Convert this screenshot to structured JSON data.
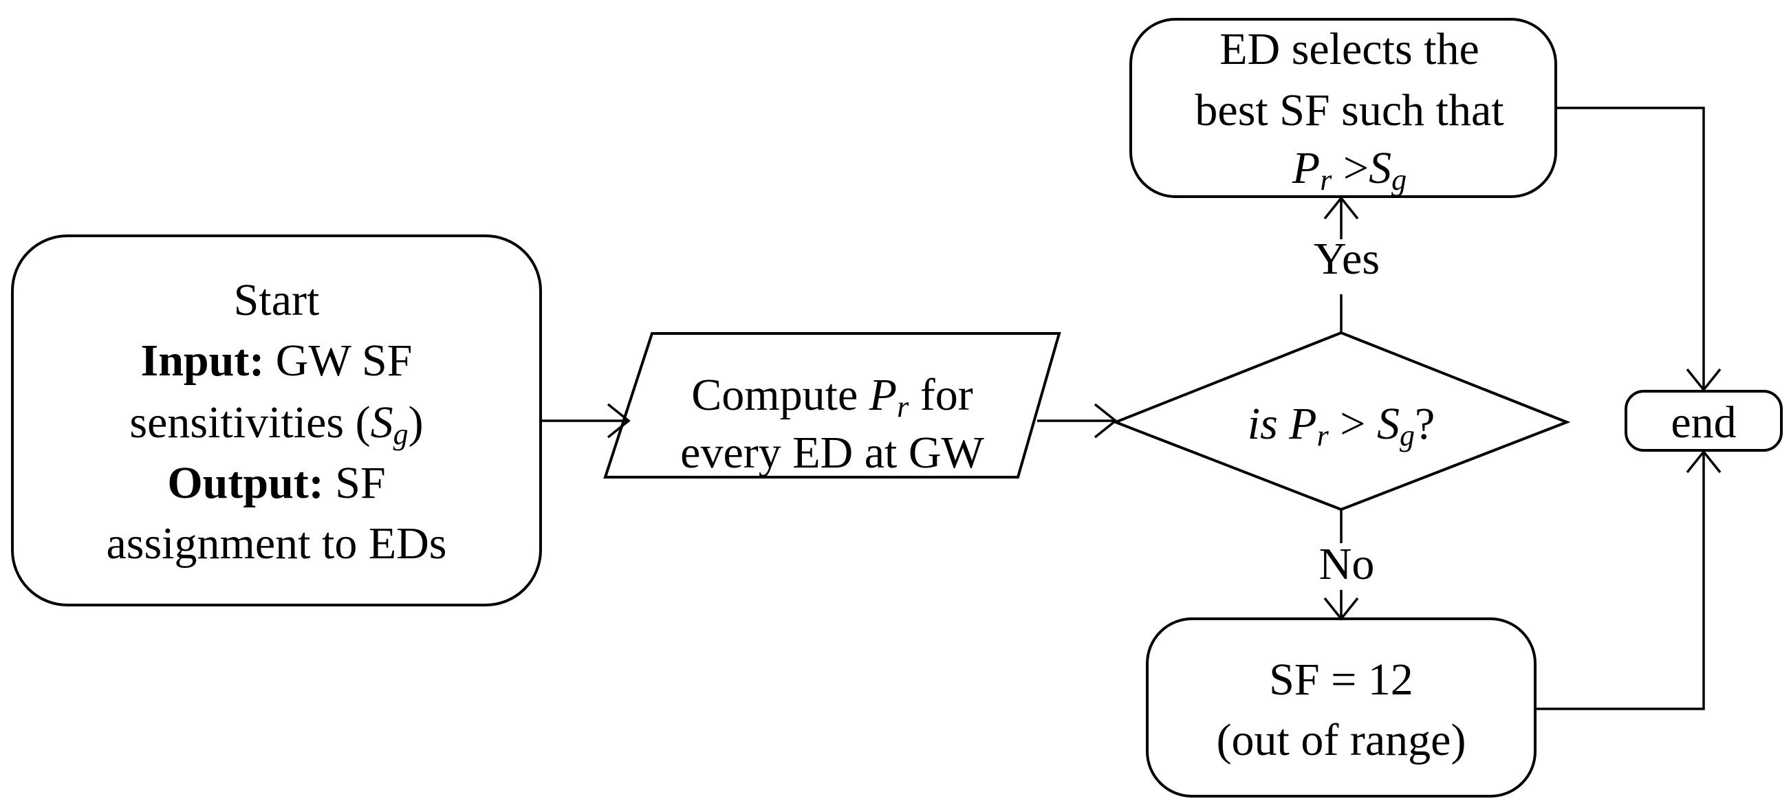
{
  "start": {
    "line1": "Start",
    "input_label": "Input:",
    "input_text": " GW SF",
    "sens_text": "sensitivities (",
    "sens_var": "S",
    "sens_sub": "g",
    "sens_close": ")",
    "output_label": "Output:",
    "output_text": " SF",
    "line5": "assignment to EDs"
  },
  "compute": {
    "pre": "Compute ",
    "var": "P",
    "sub": "r",
    "post": " for",
    "line2": "every ED at GW"
  },
  "decision": {
    "pre": "is ",
    "var1": "P",
    "sub1": "r",
    "op": " > ",
    "var2": "S",
    "sub2": "g",
    "post": "?"
  },
  "select": {
    "line1": "ED selects the",
    "line2": "best SF such that",
    "var1": "P",
    "sub1": "r",
    "op": " >",
    "var2": "S",
    "sub2": "g"
  },
  "out_of_range": {
    "line1": "SF = 12",
    "line2": "(out of range)"
  },
  "end": {
    "label": "end"
  },
  "edges": {
    "yes": "Yes",
    "no": "No"
  }
}
